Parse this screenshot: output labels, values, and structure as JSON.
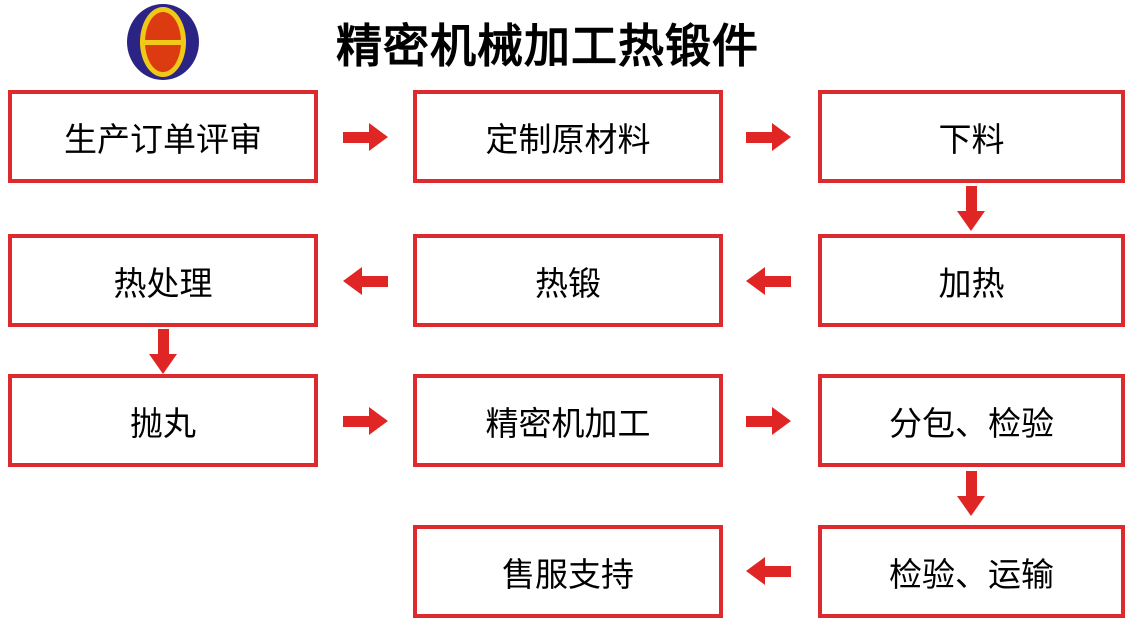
{
  "title": "精密机械加工热锻件",
  "logo": {
    "name": "company-logo",
    "outer_color": "#2b2484",
    "ring_color": "#f0c818",
    "core_color": "#dc3a10"
  },
  "colors": {
    "box_border_red": "#dd2a2e",
    "arrow_red": "#e02525",
    "text": "#000000",
    "background": "#ffffff"
  },
  "nodes": [
    {
      "id": "production-order-review",
      "label": "生产订单评审"
    },
    {
      "id": "custom-raw-material",
      "label": "定制原材料"
    },
    {
      "id": "blanking",
      "label": "下料"
    },
    {
      "id": "heat-treatment",
      "label": "热处理"
    },
    {
      "id": "hot-forging",
      "label": "热锻"
    },
    {
      "id": "heating",
      "label": "加热"
    },
    {
      "id": "shot-blasting",
      "label": "抛丸"
    },
    {
      "id": "precision-machining",
      "label": "精密机加工"
    },
    {
      "id": "subcontract-inspection",
      "label": "分包、检验"
    },
    {
      "id": "after-sales-support",
      "label": "售服支持"
    },
    {
      "id": "inspection-transport",
      "label": "检验、运输"
    }
  ],
  "edges": [
    {
      "from": "生产订单评审",
      "to": "定制原材料"
    },
    {
      "from": "定制原材料",
      "to": "下料"
    },
    {
      "from": "下料",
      "to": "加热"
    },
    {
      "from": "加热",
      "to": "热锻"
    },
    {
      "from": "热锻",
      "to": "热处理"
    },
    {
      "from": "热处理",
      "to": "抛丸"
    },
    {
      "from": "抛丸",
      "to": "精密机加工"
    },
    {
      "from": "精密机加工",
      "to": "分包、检验"
    },
    {
      "from": "分包、检验",
      "to": "检验、运输"
    },
    {
      "from": "检验、运输",
      "to": "售服支持"
    }
  ]
}
